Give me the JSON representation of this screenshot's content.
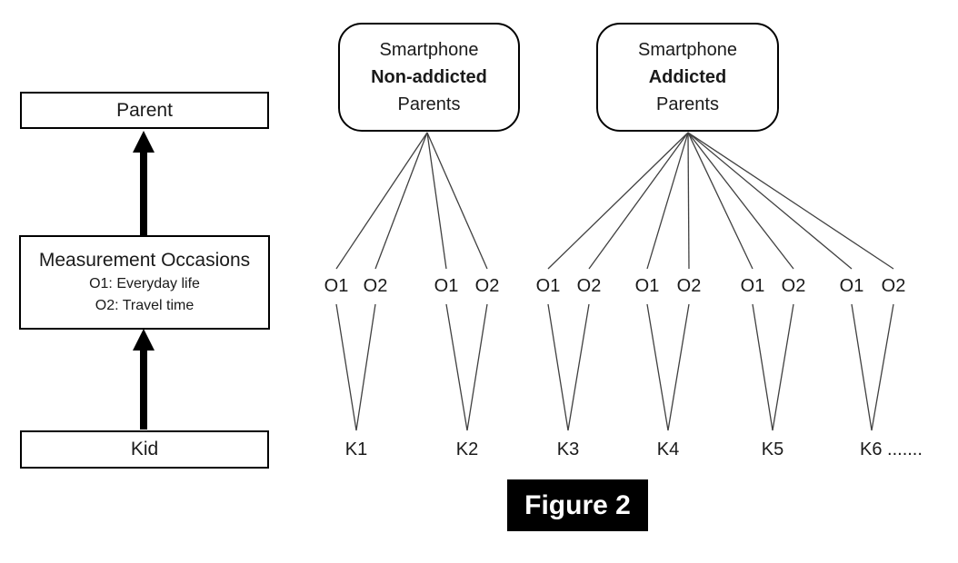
{
  "figure": {
    "caption": "Figure 2"
  },
  "left_flow": {
    "parent_label": "Parent",
    "measurement_title": "Measurement Occasions",
    "measurement_sub1": "O1: Everyday life",
    "measurement_sub2": "O2: Travel time",
    "kid_label": "Kid"
  },
  "groups": [
    {
      "line1": "Smartphone",
      "line2": "Non-addicted",
      "line3": "Parents"
    },
    {
      "line1": "Smartphone",
      "line2": "Addicted",
      "line3": "Parents"
    }
  ],
  "o_row": [
    "O1",
    "O2",
    "O1",
    "O2",
    "O1",
    "O2",
    "O1",
    "O2",
    "O1",
    "O2",
    "O1",
    "O2"
  ],
  "k_row": [
    "K1",
    "K2",
    "K3",
    "K4",
    "K5",
    "K6 ......."
  ],
  "structure": {
    "non_addicted_kids": [
      "K1",
      "K2"
    ],
    "addicted_kids": [
      "K3",
      "K4",
      "K5",
      "K6"
    ],
    "occasions_per_kid": [
      "O1",
      "O2"
    ]
  },
  "colors": {
    "line": "#404040",
    "border": "#000000",
    "text": "#1a1a1a",
    "caption_bg": "#000000",
    "caption_fg": "#ffffff"
  }
}
